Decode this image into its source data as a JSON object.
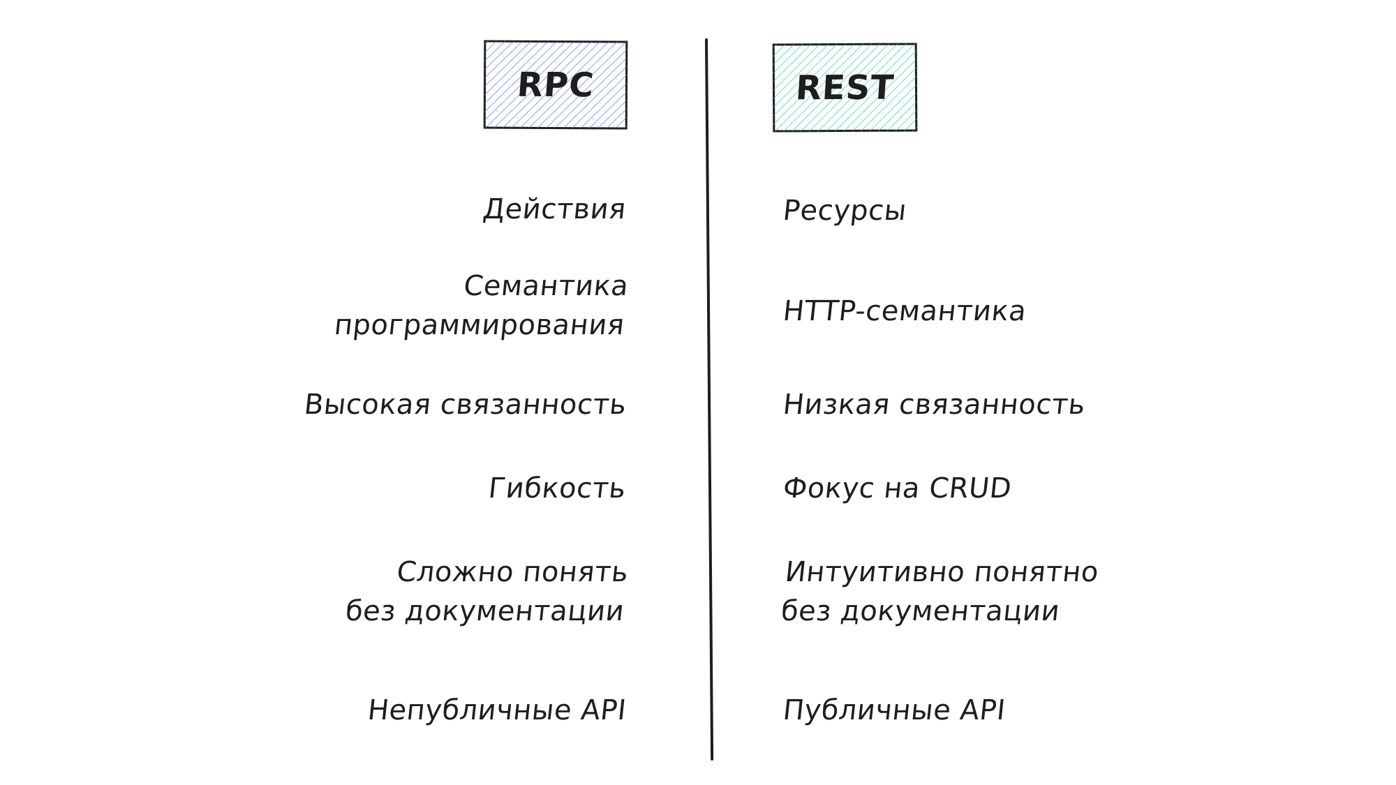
{
  "columns": {
    "rpc": {
      "title": "RPC",
      "fill_color": "#4a6fe0",
      "items": [
        {
          "lines": [
            "Действия"
          ]
        },
        {
          "lines": [
            "Семантика",
            "программирования"
          ]
        },
        {
          "lines": [
            "Высокая связанность"
          ]
        },
        {
          "lines": [
            "Гибкость"
          ]
        },
        {
          "lines": [
            "Сложно понять",
            "без документации"
          ]
        },
        {
          "lines": [
            "Непубличные API"
          ]
        }
      ]
    },
    "rest": {
      "title": "REST",
      "fill_color": "#2ec4a0",
      "items": [
        {
          "lines": [
            "Ресурсы"
          ]
        },
        {
          "lines": [
            "HTTP-семантика"
          ]
        },
        {
          "lines": [
            "Низкая связанность"
          ]
        },
        {
          "lines": [
            "Фокус на CRUD"
          ]
        },
        {
          "lines": [
            "Интуитивно понятно",
            "без документации"
          ]
        },
        {
          "lines": [
            "Публичные API"
          ]
        }
      ]
    }
  },
  "divider": {
    "color": "#1e1e1e"
  }
}
